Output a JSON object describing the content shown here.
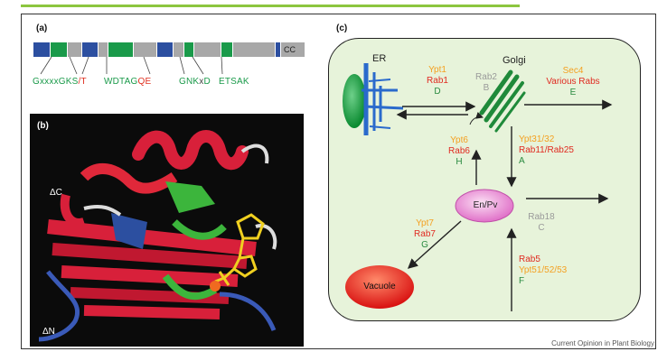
{
  "panel_a": {
    "label": "(a)",
    "cc_label": "CC",
    "motifs": [
      {
        "segments": [
          {
            "text": "Gxxxx",
            "color": "green-dark"
          },
          {
            "text": "GKS",
            "color": "green"
          },
          {
            "text": "/",
            "color": "red"
          },
          {
            "text": "T",
            "color": "red"
          }
        ]
      },
      {
        "segments": [
          {
            "text": "WDTAG",
            "color": "green"
          },
          {
            "text": "QE",
            "color": "red"
          }
        ]
      },
      {
        "segments": [
          {
            "text": "GNK",
            "color": "green"
          },
          {
            "text": "x",
            "color": "gray"
          },
          {
            "text": "D",
            "color": "green"
          }
        ]
      },
      {
        "segments": [
          {
            "text": "ETSAK",
            "color": "green"
          }
        ]
      }
    ]
  },
  "panel_b": {
    "label": "(b)",
    "delta_c": "ΔC",
    "delta_n": "ΔN"
  },
  "panel_c": {
    "label": "(c)",
    "er_label": "ER",
    "golgi_label": "Golgi",
    "vacuole_label": "Vacuole",
    "en_label": "En/Pv",
    "routes": {
      "D": {
        "yeast": "Ypt1",
        "plant": "Rab1",
        "letter": "D"
      },
      "B": {
        "yeast": "",
        "plant": "Rab2",
        "letter": "B"
      },
      "E": {
        "yeast": "Sec4",
        "plant": "Various Rabs",
        "letter": "E"
      },
      "H": {
        "yeast": "Ypt6",
        "plant": "Rab6",
        "letter": "H"
      },
      "A": {
        "yeast": "Ypt31/32",
        "plant": "Rab11/Rab25",
        "letter": "A"
      },
      "C": {
        "yeast": "",
        "plant": "Rab18",
        "letter": "C"
      },
      "G": {
        "yeast": "Ypt7",
        "plant": "Rab7",
        "letter": "G"
      },
      "F": {
        "yeast": "Ypt51/52/53",
        "plant": "Rab5",
        "letter": "F"
      }
    }
  },
  "footer": "Current Opinion in Plant Biology",
  "colors": {
    "green": "#1a9a4a",
    "red": "#e03020",
    "orange": "#f4a020",
    "gray": "#9a9a9a",
    "blue": "#2c4fa0",
    "bar_gray": "#a8a8a8",
    "cell_bg": "#e7f3da"
  }
}
